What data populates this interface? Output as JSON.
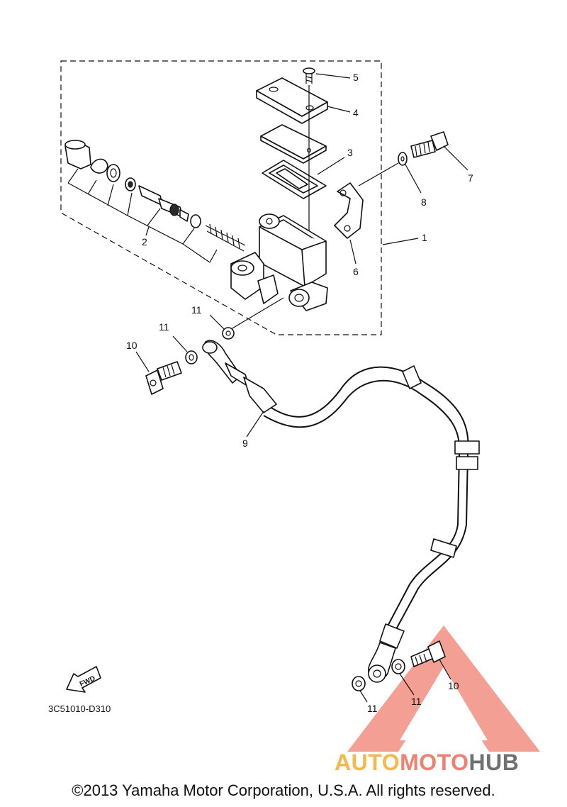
{
  "diagram": {
    "callouts": [
      {
        "id": "c1",
        "label": "1"
      },
      {
        "id": "c2",
        "label": "2"
      },
      {
        "id": "c3",
        "label": "3"
      },
      {
        "id": "c4",
        "label": "4"
      },
      {
        "id": "c5",
        "label": "5"
      },
      {
        "id": "c6",
        "label": "6"
      },
      {
        "id": "c7",
        "label": "7"
      },
      {
        "id": "c8",
        "label": "8"
      },
      {
        "id": "c9",
        "label": "9"
      },
      {
        "id": "c10a",
        "label": "10"
      },
      {
        "id": "c10b",
        "label": "10"
      },
      {
        "id": "c11a",
        "label": "11"
      },
      {
        "id": "c11b",
        "label": "11"
      },
      {
        "id": "c11c",
        "label": "11"
      },
      {
        "id": "c11d",
        "label": "11"
      }
    ],
    "direction_marker": "FWD",
    "diagram_code": "3C51010-D310",
    "copyright": "©2013 Yamaha Motor Corporation, U.S.A. All rights reserved."
  },
  "watermark": {
    "logo_text_1": "AUTO",
    "logo_text_2": "MOTO",
    "logo_text_3": "HUB",
    "color_orange": "#f6a623",
    "color_red": "#f08070",
    "color_gray": "#707070"
  }
}
